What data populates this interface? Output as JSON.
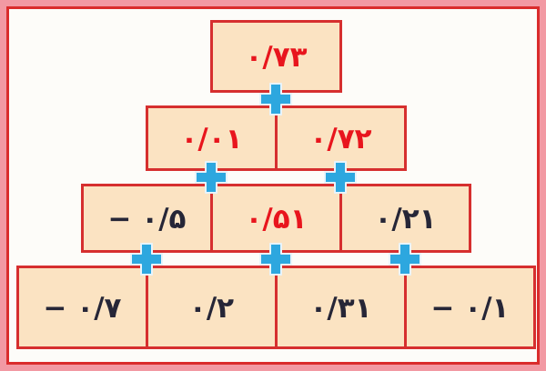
{
  "palette": {
    "frame_pink": "#f299a3",
    "frame_red": "#da2c2c",
    "canvas_bg": "#fdfcf9",
    "cell_fill": "#fbe3c2",
    "cell_border": "#d62f2f",
    "value_red": "#e8151d",
    "value_dark": "#262637",
    "plus_blue": "#2da7df"
  },
  "puzzle": {
    "kind": "addition-pyramid",
    "operator": "+",
    "operator_icon": "plus-icon",
    "rows": [
      {
        "cells": [
          {
            "text": "۰/۷۳",
            "number": 0.73,
            "color": "red"
          }
        ]
      },
      {
        "cells": [
          {
            "text": "۰/۰۱",
            "number": 0.01,
            "color": "red"
          },
          {
            "text": "۰/۷۲",
            "number": 0.72,
            "color": "red"
          }
        ]
      },
      {
        "cells": [
          {
            "text": "− ۰/۵",
            "number": -0.5,
            "color": "dark"
          },
          {
            "text": "۰/۵۱",
            "number": 0.51,
            "color": "red"
          },
          {
            "text": "۰/۲۱",
            "number": 0.21,
            "color": "dark"
          }
        ]
      },
      {
        "cells": [
          {
            "text": "− ۰/۷",
            "number": -0.7,
            "color": "dark"
          },
          {
            "text": "۰/۲",
            "number": 0.2,
            "color": "dark"
          },
          {
            "text": "۰/۳۱",
            "number": 0.31,
            "color": "dark"
          },
          {
            "text": "− ۰/۱",
            "number": -0.1,
            "color": "dark"
          }
        ]
      }
    ]
  }
}
